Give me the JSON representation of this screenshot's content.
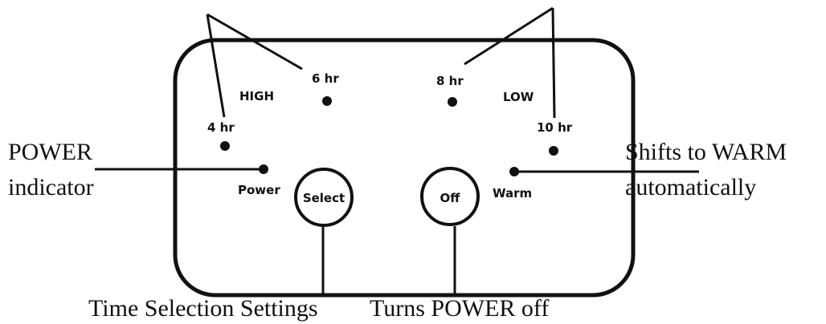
{
  "panel": {
    "labels": {
      "high": "HIGH",
      "low": "LOW",
      "four_hr": "4 hr",
      "six_hr": "6 hr",
      "eight_hr": "8 hr",
      "ten_hr": "10 hr",
      "power": "Power",
      "warm": "Warm"
    },
    "buttons": {
      "select": "Select",
      "off": "Off"
    }
  },
  "callouts": {
    "power_indicator_line1": "POWER",
    "power_indicator_line2": "indicator",
    "warm_line1": "Shifts to WARM",
    "warm_line2": "automatically",
    "time_selection": "Time Selection Settings",
    "turns_power_off": "Turns POWER off"
  },
  "colors": {
    "ink": "#111111",
    "background": "#ffffff"
  }
}
